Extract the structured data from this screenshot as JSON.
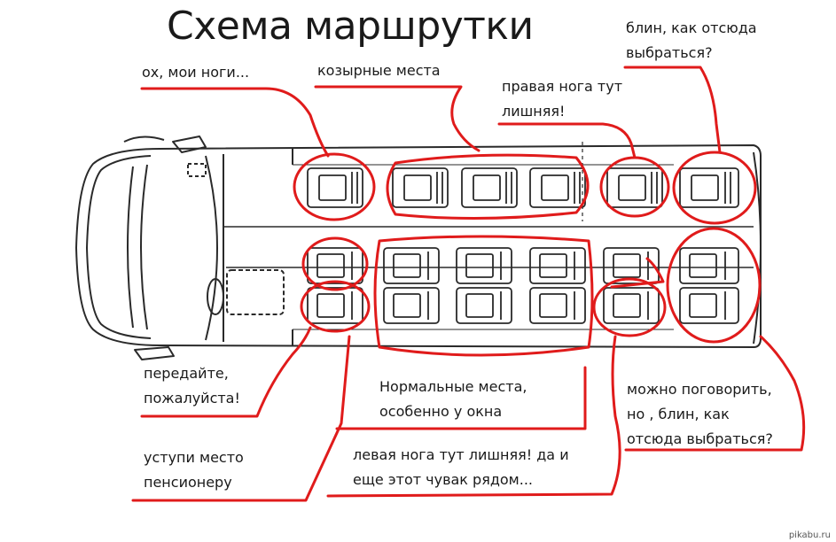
{
  "title": "Схема маршрутки",
  "colors": {
    "annotation": "#e01b1b",
    "outline": "#2a2a2a",
    "text": "#1a1a1a"
  },
  "annotations": {
    "legs": "ох, мои ноги...",
    "best_seats": "козырные места",
    "right_leg": [
      "правая нога тут",
      "лишняя!"
    ],
    "get_out": [
      "блин, как отсюда",
      "выбраться?"
    ],
    "pass_it": [
      "передайте,",
      "пожалуйста!"
    ],
    "give_seat": [
      "уступи место",
      "пенсионеру"
    ],
    "normal_seats": [
      "Нормальные места,",
      "особенно у окна"
    ],
    "left_leg": [
      "левая нога тут лишняя! да и",
      "еще этот чувак рядом..."
    ],
    "can_talk": [
      "можно поговорить,",
      "но , блин, как",
      "отсюда выбраться?"
    ]
  },
  "watermark": "pikabu.ru"
}
